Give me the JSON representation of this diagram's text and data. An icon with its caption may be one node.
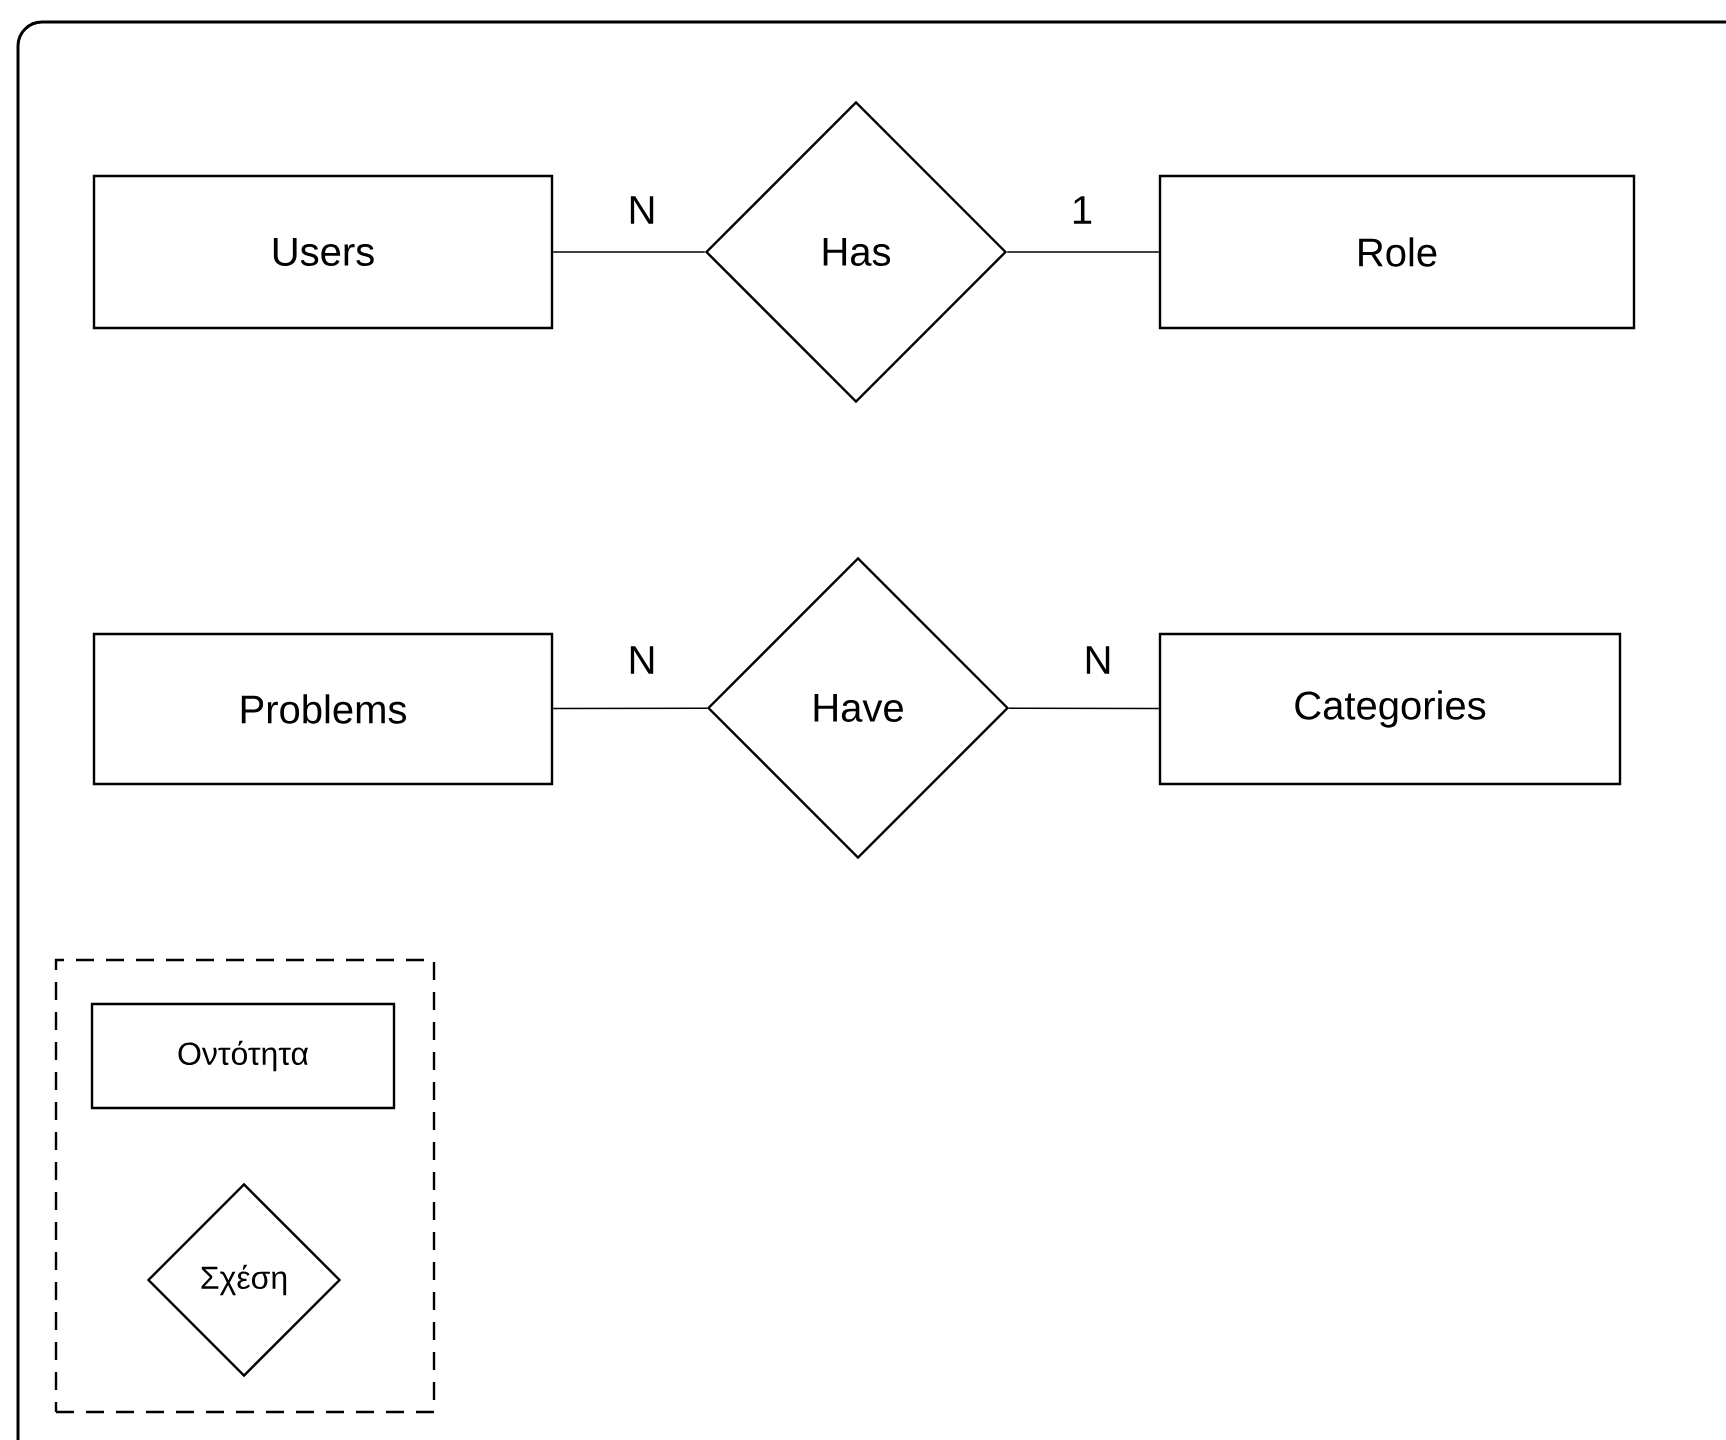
{
  "diagram": {
    "nodes": [
      {
        "text": [
          "Users"
        ]
      },
      {
        "text": [
          "Has"
        ]
      },
      {
        "text": [
          "Role"
        ]
      },
      {
        "text": [
          "Problems"
        ]
      },
      {
        "text": [
          "Have"
        ]
      },
      {
        "text": [
          "Categories"
        ]
      },
      {
        "text": [],
        "shape": "box"
      },
      {
        "text": [
          "Οντότητα"
        ],
        "in": 6
      },
      {
        "text": [
          "Σχέση"
        ],
        "in": 6
      }
    ],
    "edges": [
      {
        "from": 0,
        "to": 1,
        "arrow": "none",
        "label": "N"
      },
      {
        "from": 1,
        "to": 2,
        "arrow": "none",
        "label": "1"
      },
      {
        "from": 3,
        "to": 4,
        "arrow": "none",
        "label": "N"
      },
      {
        "from": 4,
        "to": 5,
        "arrow": "none",
        "label": "N"
      }
    ]
  }
}
